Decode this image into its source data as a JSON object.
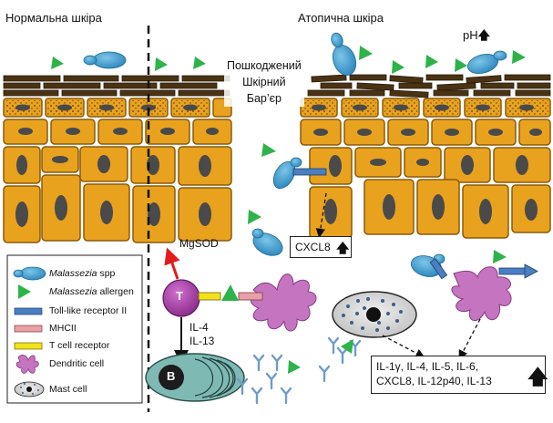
{
  "panels": {
    "normal_title": "Нормальна шкіра",
    "atopic_title": "Атопична шкіра",
    "ph_label": "pH",
    "barrier_label": [
      "Пошкоджений",
      "Шкірний",
      "Бар’єр"
    ]
  },
  "cells": {
    "t_cell": "T",
    "b_cell": "B"
  },
  "labels": {
    "mgsod": "MgSOD",
    "il4": "IL-4",
    "il13": "IL-13",
    "cxcl8": "CXCL8",
    "cytokines_line1": "IL-1γ, IL-4, IL-5, IL-6,",
    "cytokines_line2": "CXCL8, IL-12p40, IL-13"
  },
  "legend": {
    "items": [
      {
        "name": "malassezia-spp",
        "text_italic": "Malassezia",
        "text": " spp"
      },
      {
        "name": "malassezia-allergen",
        "text_italic": "Malassezia",
        "text": " allergen"
      },
      {
        "name": "toll-like-receptor",
        "text_italic": "",
        "text": "Toll-like receptor II"
      },
      {
        "name": "mhcii",
        "text_italic": "",
        "text": "MHCII"
      },
      {
        "name": "t-cell-receptor",
        "text_italic": "",
        "text": "T cell receptor"
      },
      {
        "name": "dendritic-cell",
        "text_italic": "",
        "text": "Dendritic cell"
      },
      {
        "name": "mast-cell",
        "text_italic": "",
        "text": "Mast cell"
      }
    ]
  },
  "colors": {
    "keratinocyte": "#E8A21E",
    "keratinocyte_border": "#8B5A0A",
    "nucleus": "#4A4A4A",
    "stratum": "#4A3314",
    "yeast": "#3A9CD0",
    "allergen": "#2DB34A",
    "tlr": "#4A7FC1",
    "mhcii": "#E8A0A6",
    "tcr": "#F2E21A",
    "t_cell": "#A23BA0",
    "dendritic": "#C574C0",
    "b_cell": "#7FB9B4",
    "arrow_red": "#E51B1B",
    "antibody": "#6E9CCB"
  }
}
